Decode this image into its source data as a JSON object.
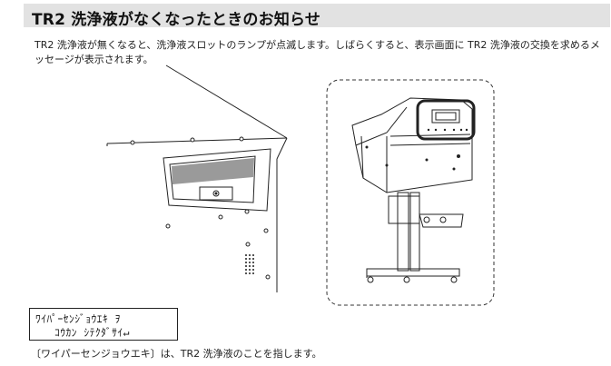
{
  "section": {
    "title": "TR2 洗浄液がなくなったときのお知らせ"
  },
  "body": {
    "paragraph": "TR2 洗浄液が無くなると、洗浄液スロットのランプが点滅します。しばらくすると、表示画面に TR2 洗浄液の交換を求めるメッセージが表示されます。"
  },
  "lcd": {
    "line1": "ﾜｲﾊﾟｰｾﾝｼﾞｮｳｴｷ ｦ",
    "line2": "ｺｳｶﾝ ｼﾃｸﾀﾞｻｲ↵"
  },
  "note": {
    "text": "〔ワイパーセンジョウエキ〕は、TR2 洗浄液のことを指します。"
  }
}
